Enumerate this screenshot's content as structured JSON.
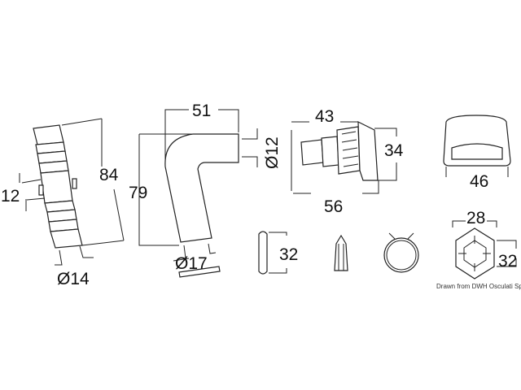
{
  "dimensions": {
    "connector_length": "84",
    "connector_tab": "12",
    "connector_diameter": "Ø14",
    "elbow_width": "51",
    "elbow_height": "79",
    "elbow_outlet_diameter": "Ø12",
    "elbow_inlet_diameter": "Ø17",
    "fitting_nipple_length": "43",
    "fitting_height": "34",
    "fitting_total_length": "56",
    "cap_width": "46",
    "clip_height": "32",
    "nut_width": "28",
    "nut_height": "32"
  },
  "credit": "Drawn from DWH Osculati SpA"
}
